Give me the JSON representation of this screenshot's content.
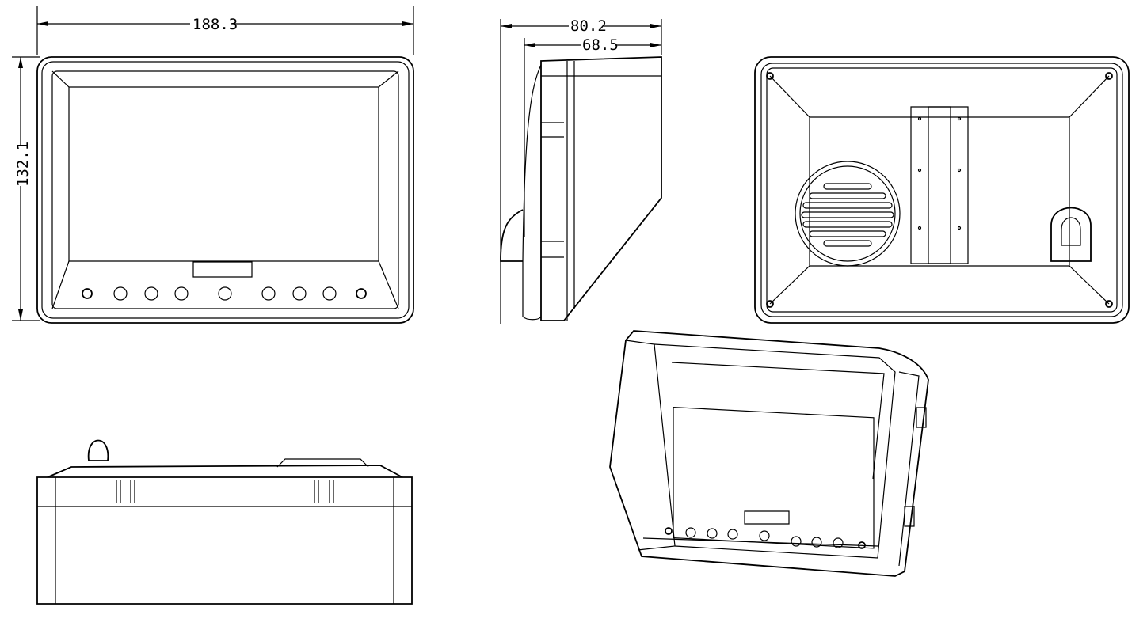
{
  "dimensions": {
    "width": "188.3",
    "height": "132.1",
    "depth_total": "80.2",
    "depth_body": "68.5"
  },
  "views": [
    "front-view",
    "side-view",
    "rear-view",
    "bottom-view",
    "perspective-view"
  ],
  "front_buttons": 9,
  "colors": {
    "line": "#000000",
    "background": "#ffffff"
  }
}
